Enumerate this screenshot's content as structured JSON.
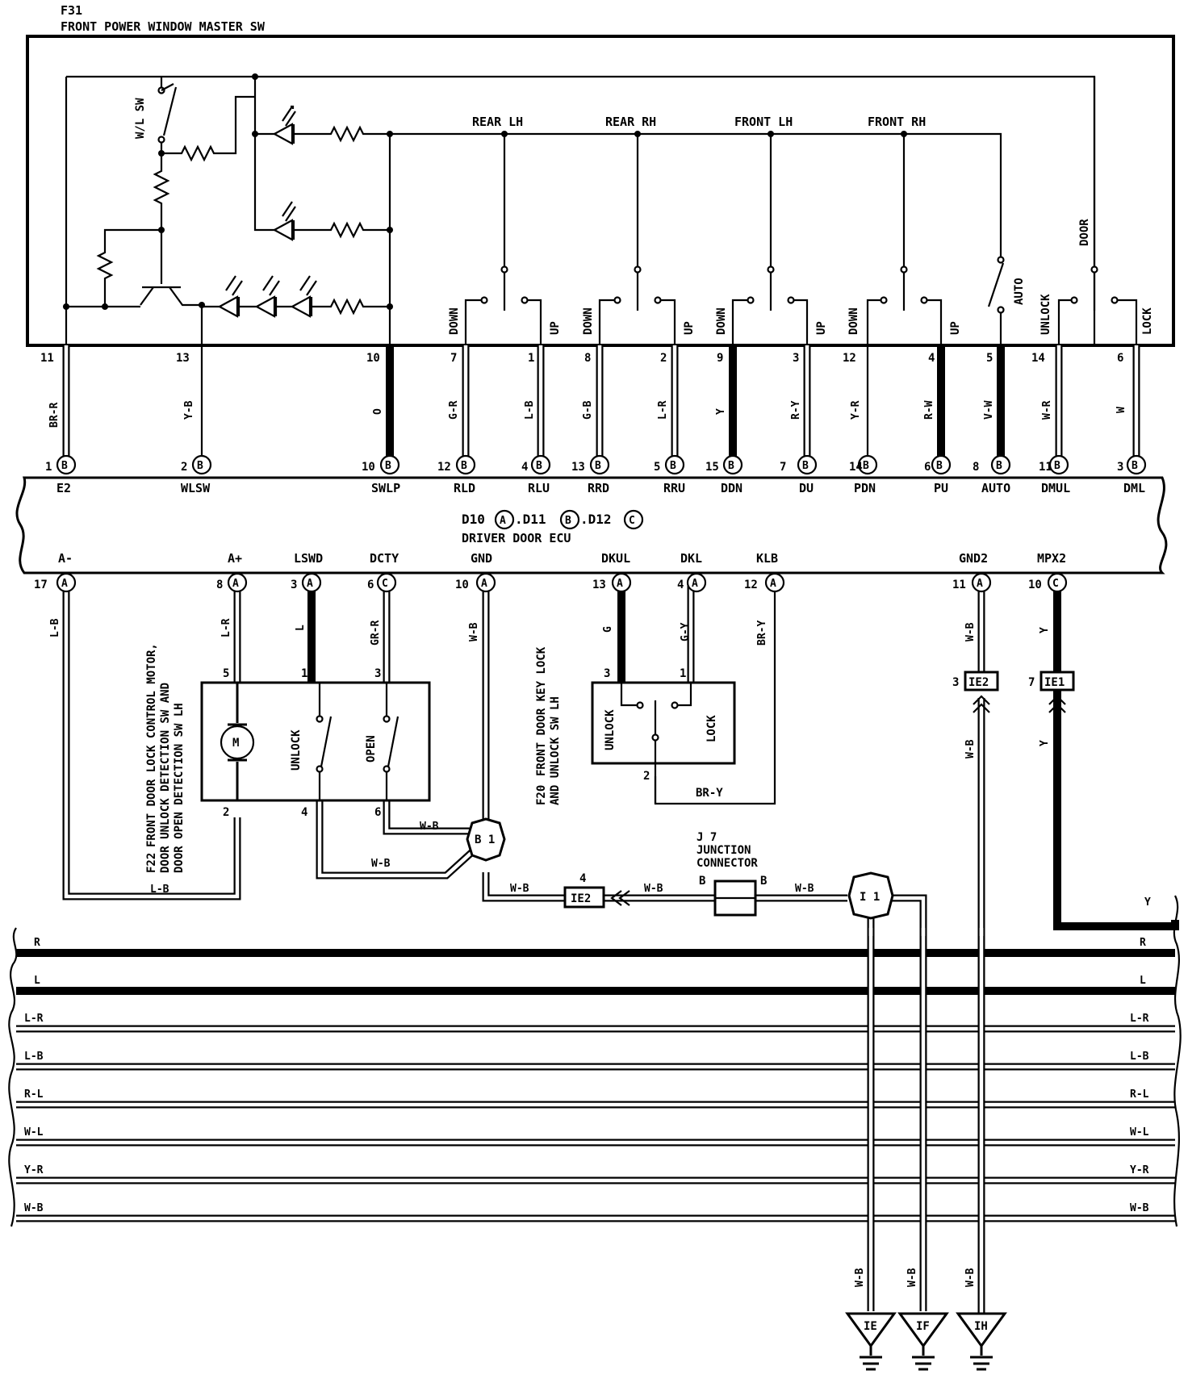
{
  "master_switch": {
    "code": "F31",
    "title": "FRONT POWER WINDOW MASTER SW",
    "wl_sw": "W/L SW",
    "groups": [
      "REAR LH",
      "REAR RH",
      "FRONT LH",
      "FRONT RH"
    ],
    "down": "DOWN",
    "up": "UP",
    "auto": "AUTO",
    "unlock": "UNLOCK",
    "door": "DOOR",
    "lock": "LOCK"
  },
  "top_wires": [
    {
      "f31_pin": "11",
      "color": "BR-R",
      "ecu_pin": "1"
    },
    {
      "f31_pin": "13",
      "color": "Y-B",
      "ecu_pin": "2"
    },
    {
      "f31_pin": "10",
      "color": "O",
      "ecu_pin": "10"
    },
    {
      "f31_pin": "7",
      "color": "G-R",
      "ecu_pin": "12"
    },
    {
      "f31_pin": "1",
      "color": "L-B",
      "ecu_pin": "4"
    },
    {
      "f31_pin": "8",
      "color": "G-B",
      "ecu_pin": "13"
    },
    {
      "f31_pin": "2",
      "color": "L-R",
      "ecu_pin": "5"
    },
    {
      "f31_pin": "9",
      "color": "Y",
      "ecu_pin": "15"
    },
    {
      "f31_pin": "3",
      "color": "R-Y",
      "ecu_pin": "7"
    },
    {
      "f31_pin": "12",
      "color": "Y-R",
      "ecu_pin": "14"
    },
    {
      "f31_pin": "4",
      "color": "R-W",
      "ecu_pin": "6"
    },
    {
      "f31_pin": "5",
      "color": "V-W",
      "ecu_pin": "8"
    },
    {
      "f31_pin": "14",
      "color": "W-R",
      "ecu_pin": "11"
    },
    {
      "f31_pin": "6",
      "color": "W",
      "ecu_pin": "3"
    }
  ],
  "ecu": {
    "name": "DRIVER DOOR ECU",
    "connectors": [
      "D10",
      ".D11",
      ".D12"
    ],
    "top_terminals": [
      "E2",
      "WLSW",
      "SWLP",
      "RLD",
      "RLU",
      "RRD",
      "RRU",
      "DDN",
      "DU",
      "PDN",
      "PU",
      "AUTO",
      "DMUL",
      "DML"
    ],
    "bottom_terminals": [
      "A-",
      "A+",
      "LSWD",
      "DCTY",
      "GND",
      "DKUL",
      "DKL",
      "KLB",
      "GND2",
      "MPX2"
    ]
  },
  "bottom_wires": [
    {
      "pin": "17",
      "color": "L-B"
    },
    {
      "pin": "8",
      "color": "L-R"
    },
    {
      "pin": "3",
      "color": "L"
    },
    {
      "pin": "6",
      "color": "GR-R"
    },
    {
      "pin": "10",
      "color": "W-B"
    },
    {
      "pin": "13",
      "color": "G"
    },
    {
      "pin": "4",
      "color": "G-Y"
    },
    {
      "pin": "12",
      "color": "BR-Y"
    },
    {
      "pin": "11",
      "color": "W-B"
    },
    {
      "pin": "10",
      "color": "Y"
    },
    {
      "pin": "",
      "color": "W-B"
    },
    {
      "pin": "",
      "color": "Y"
    },
    {
      "pin": "",
      "color": "W-B"
    },
    {
      "pin": "",
      "color": "W-B"
    },
    {
      "pin": "",
      "color": "L-B"
    },
    {
      "pin": "",
      "color": "W-B"
    },
    {
      "pin": "",
      "color": "W-B"
    },
    {
      "pin": "",
      "color": "W-B"
    },
    {
      "pin": "",
      "color": "BR-Y"
    },
    {
      "pin": "",
      "color": "Y"
    }
  ],
  "door_lock_motor": {
    "code": "F22",
    "title_lines": [
      "FRONT DOOR LOCK CONTROL MOTOR,",
      "DOOR UNLOCK DETECTION SW AND",
      "DOOR OPEN DETECTION SW LH",
      ""
    ],
    "motor": "M",
    "unlock": "UNLOCK",
    "open": "OPEN",
    "pins": [
      "5",
      "1",
      "3",
      "2",
      "4",
      "6"
    ]
  },
  "key_lock_switch": {
    "code": "F20",
    "title_lines": [
      "FRONT DOOR KEY LOCK",
      "AND UNLOCK SW LH",
      ""
    ],
    "unlock": "UNLOCK",
    "lock": "LOCK",
    "pins": [
      "3",
      "1",
      "2"
    ]
  },
  "junctions": {
    "b1": "B 1",
    "i1": "I 1"
  },
  "inline_connectors": {
    "ie2_bottom": {
      "label": "IE2",
      "pin": "4"
    },
    "ie2_right": {
      "label": "IE2",
      "pin": "3"
    },
    "ie1": {
      "label": "IE1",
      "pin": "7"
    },
    "j7": {
      "code": "J 7",
      "title_lines": [
        "JUNCTION",
        "CONNECTOR"
      ],
      "pin_left": "B",
      "pin_right": "B"
    }
  },
  "harness_bus": [
    "R",
    "L",
    "L-R",
    "L-B",
    "R-L",
    "W-L",
    "Y-R",
    "W-B"
  ],
  "grounds": {
    "wire_color": "W-B",
    "labels": [
      "IE",
      "IF",
      "IH"
    ]
  }
}
